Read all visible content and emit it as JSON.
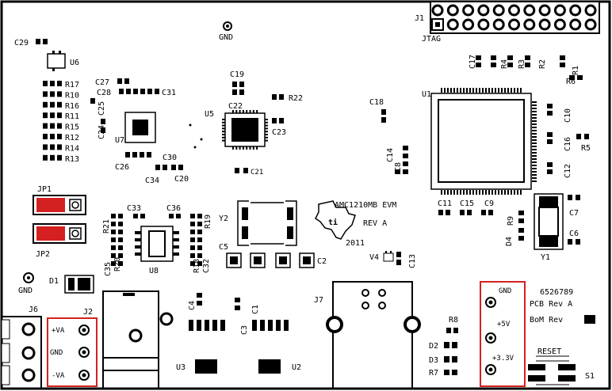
{
  "board": {
    "colors": {
      "background": "#ffffff",
      "ink": "#000000",
      "highlight": "#d42020"
    },
    "headers": {
      "j1": "J1",
      "jtag": "JTAG"
    },
    "top_gnd": "GND",
    "title": {
      "line1": "AMC1210MB EVM",
      "line2": "REV A",
      "year": "2011"
    },
    "info": {
      "part": "6526789",
      "pcb_rev": "PCB Rev A",
      "bom_rev": "BoM Rev"
    },
    "jumpers": {
      "jp1": "JP1",
      "jp2": "JP2"
    },
    "left_gnd": "GND",
    "connectors": {
      "j6": "J6",
      "j2": "J2",
      "j7": "J7"
    },
    "j2_pins": [
      "+VA",
      "GND",
      "-VA"
    ],
    "power_pins": [
      "GND",
      "+5V",
      "+3.3V"
    ],
    "reset": "RESET",
    "components": {
      "C29": "C29",
      "U6": "U6",
      "R17": "R17",
      "R10": "R10",
      "R16": "R16",
      "R11": "R11",
      "R15": "R15",
      "R12": "R12",
      "R14": "R14",
      "R13": "R13",
      "C27": "C27",
      "C28": "C28",
      "C31": "C31",
      "C25": "C25",
      "C24": "C24",
      "U7": "U7",
      "C26": "C26",
      "C30": "C30",
      "C34": "C34",
      "C20": "C20",
      "C19": "C19",
      "C22": "C22",
      "U5": "U5",
      "R22": "R22",
      "C23": "C23",
      "C21": "C21",
      "C18": "C18",
      "U1": "U1",
      "C17": "C17",
      "R4": "R4",
      "R3": "R3",
      "R2": "R2",
      "R1": "R1",
      "R6": "R6",
      "C10": "C10",
      "C16": "C16",
      "R5": "R5",
      "C14": "C14",
      "C8": "C8",
      "C12": "C12",
      "C11": "C11",
      "C15": "C15",
      "C9": "C9",
      "R9": "R9",
      "D4": "D4",
      "C7": "C7",
      "C6": "C6",
      "Y1": "Y1",
      "C33": "C33",
      "C36": "C36",
      "R21": "R21",
      "R19": "R19",
      "R20": "R20",
      "C35": "C35",
      "U8": "U8",
      "R18": "R18",
      "C32": "C32",
      "Y2": "Y2",
      "C5": "C5",
      "C2": "C2",
      "V4": "V4",
      "C13": "C13",
      "D1": "D1",
      "C4": "C4",
      "C1": "C1",
      "C3": "C3",
      "U3": "U3",
      "U2": "U2",
      "R8": "R8",
      "D2": "D2",
      "D3": "D3",
      "R7": "R7",
      "S1": "S1"
    }
  }
}
